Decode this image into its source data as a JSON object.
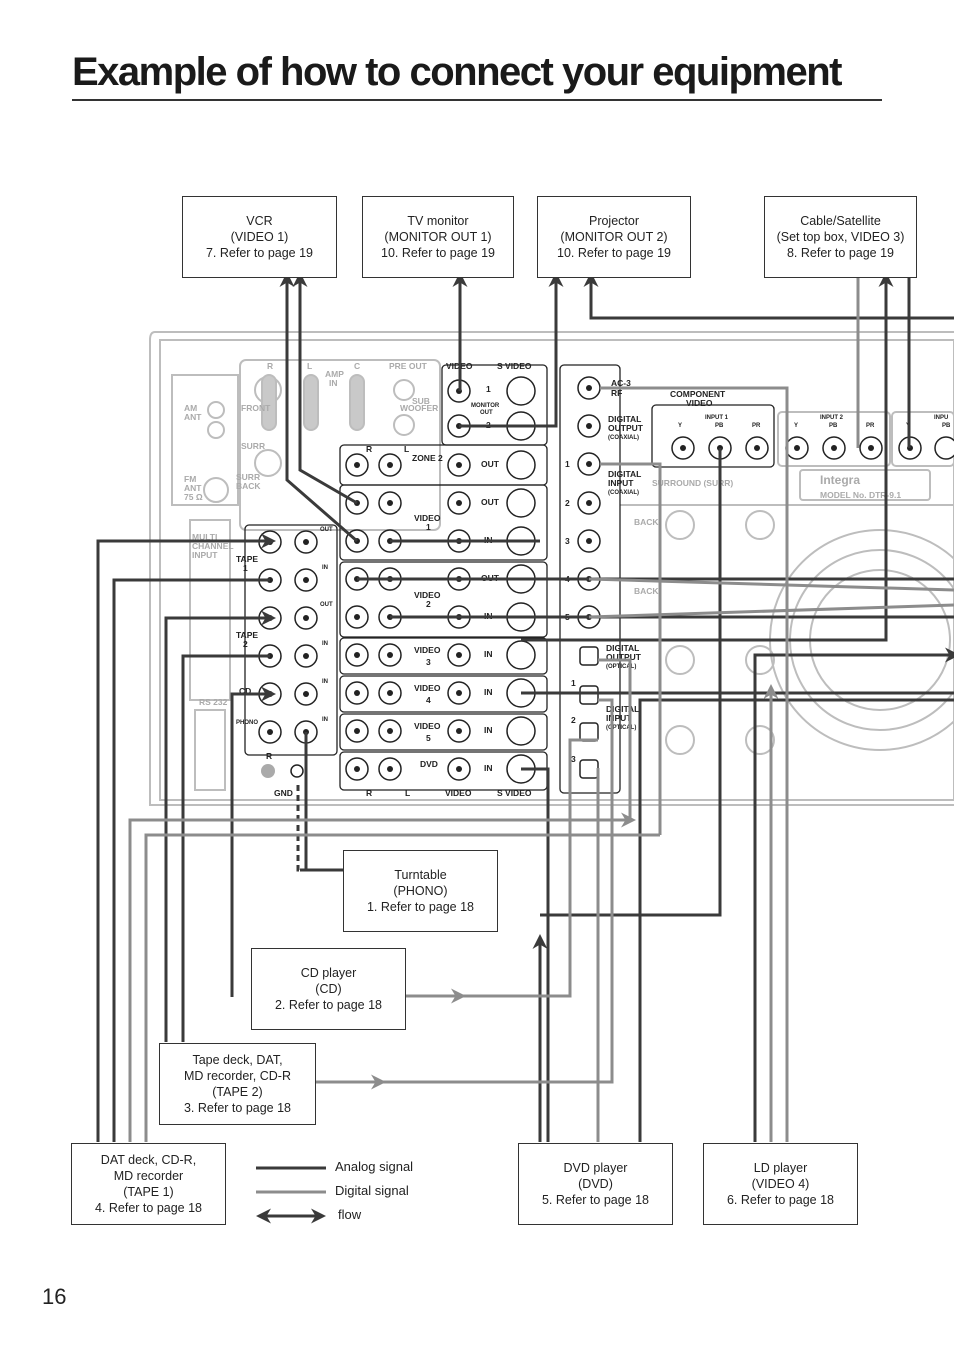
{
  "page": {
    "title": "Example of how to connect your equipment",
    "page_number": "16"
  },
  "devices_top": [
    {
      "name": "VCR",
      "sub": "(VIDEO 1)",
      "ref": "7. Refer to page 19"
    },
    {
      "name": "TV monitor",
      "sub": "(MONITOR OUT 1)",
      "ref": "10. Refer to page 19"
    },
    {
      "name": "Projector",
      "sub": "(MONITOR OUT 2)",
      "ref": "10. Refer to page 19"
    },
    {
      "name": "Cable/Satellite",
      "sub": "(Set top box, VIDEO 3)",
      "ref": "8. Refer to page 19"
    }
  ],
  "devices_bottom": {
    "turntable": {
      "name": "Turntable",
      "sub": "(PHONO)",
      "ref": "1. Refer to page 18"
    },
    "cd": {
      "name": "CD player",
      "sub": "(CD)",
      "ref": "2. Refer to page 18"
    },
    "tape2": {
      "l1": "Tape deck, DAT,",
      "l2": "MD recorder, CD-R",
      "l3": "(TAPE 2)",
      "ref": "3. Refer to page 18"
    },
    "tape1": {
      "l1": "DAT deck, CD-R,",
      "l2": "MD recorder",
      "l3": "(TAPE 1)",
      "ref": "4. Refer to page 18"
    },
    "dvd": {
      "name": "DVD player",
      "sub": "(DVD)",
      "ref": "5. Refer to page 18"
    },
    "ld": {
      "name": "LD player",
      "sub": "(VIDEO 4)",
      "ref": "6. Refer to page 18"
    }
  },
  "legend": {
    "analog": "Analog signal",
    "digital": "Digital signal",
    "flow": "flow",
    "analog_color": "#3a3a3a",
    "digital_color": "#8c8c8c"
  },
  "panel_labels": {
    "video": "VIDEO",
    "s_video": "S VIDEO",
    "monitor_out": "MONITOR",
    "out": "OUT",
    "zone2": "ZONE 2",
    "video1": "VIDEO",
    "video1_n": "1",
    "video2": "VIDEO",
    "video2_n": "2",
    "video3": "VIDEO",
    "video3_n": "3",
    "video4": "VIDEO",
    "video4_n": "4",
    "video5": "VIDEO",
    "video5_n": "5",
    "dvd": "DVD",
    "in": "IN",
    "r": "R",
    "l": "L",
    "c": "C",
    "pre_out": "PRE OUT",
    "tape1": "TAPE",
    "tape1_n": "1",
    "tape2": "TAPE",
    "tape2_n": "2",
    "cd": "CD",
    "phono": "PHONO",
    "gnd": "GND",
    "ac3": "AC-3",
    "rf": "RF",
    "digital_output": "DIGITAL",
    "output": "OUTPUT",
    "coaxial": "(COAXIAL)",
    "digital_input": "DIGITAL",
    "input": "INPUT",
    "optical": "(OPTICAL)",
    "component": "COMPONENT",
    "component_video": "VIDEO",
    "input1": "INPUT 1",
    "input2": "INPUT 2",
    "input3": "INPU",
    "y": "Y",
    "pb": "PB",
    "pr": "PR",
    "surround": "SURROUND (SURR)",
    "back": "BACK",
    "front": "FRONT",
    "surr": "SURR",
    "surr_back": "SURR",
    "surr_back_2": "BACK",
    "sub": "SUB",
    "woofer": "WOOFER",
    "amp_in": "AMP",
    "amp_in_2": "IN",
    "am_ant": "AM",
    "am_ant_2": "ANT",
    "fm_ant": "FM",
    "fm_ant_2": "ANT",
    "fm_ohm": "75 Ω",
    "multi": "MULTI",
    "channel": "CHANNEL",
    "input_l": "INPUT",
    "rs232": "RS 232",
    "integra": "Integra",
    "model": "MODEL No. DTR-9.1",
    "n1": "1",
    "n2": "2",
    "n3": "3",
    "n4": "4",
    "n5": "5"
  }
}
